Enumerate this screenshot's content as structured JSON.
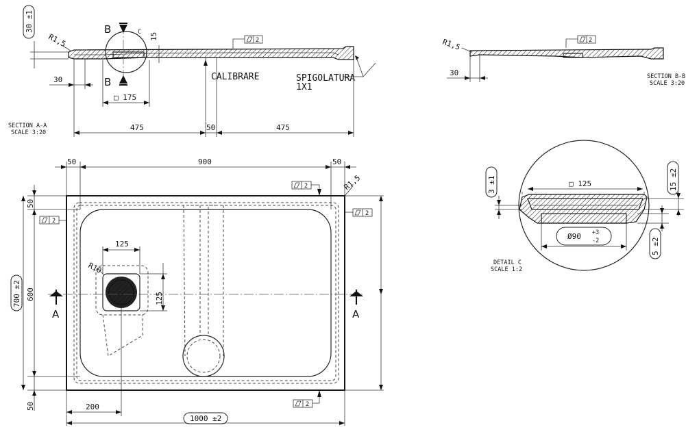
{
  "section_aa": {
    "title": "SECTION A-A",
    "scale": "SCALE 3:20",
    "dims": {
      "h30": "30 ±1",
      "left_30": "30",
      "sq175": "□ 175",
      "left_475": "475",
      "mid_50": "50",
      "right_475": "475",
      "v15": "15"
    },
    "radius": "R1,5",
    "flatness": "2",
    "labels": {
      "calibrare": "CALIBRARE",
      "spigolatura": "SPIGOLATURA",
      "spig_size": "1X1",
      "b_top": "B",
      "b_bottom": "B",
      "c": "C"
    }
  },
  "section_bb": {
    "title": "SECTION B-B",
    "scale": "SCALE 3:20",
    "radius": "R1,5",
    "flatness": "2",
    "dims": {
      "left_30": "30"
    }
  },
  "plan": {
    "dims": {
      "top_left_50": "50",
      "top_900": "900",
      "top_right_50": "50",
      "left_50_top": "50",
      "left_600": "600",
      "left_700": "700 ±2",
      "left_50_bottom": "50",
      "bottom_200": "200",
      "bottom_1000": "1000 ±2",
      "drain_125_h": "125",
      "drain_125_v": "125",
      "r10": "R10"
    },
    "radius": "R1,5",
    "flatness": [
      "2",
      "2",
      "2",
      "2"
    ],
    "section_marks": {
      "left": "A",
      "right": "A"
    }
  },
  "detail_c": {
    "title": "DETAIL C",
    "scale": "SCALE 1:2",
    "dims": {
      "sq125": "□ 125",
      "dia90": "Ø90",
      "tol_plus": "+3",
      "tol_minus": "-2",
      "left_3": "3 ±1",
      "right_15": "15 ±2",
      "right_5": "5 ±2"
    }
  }
}
